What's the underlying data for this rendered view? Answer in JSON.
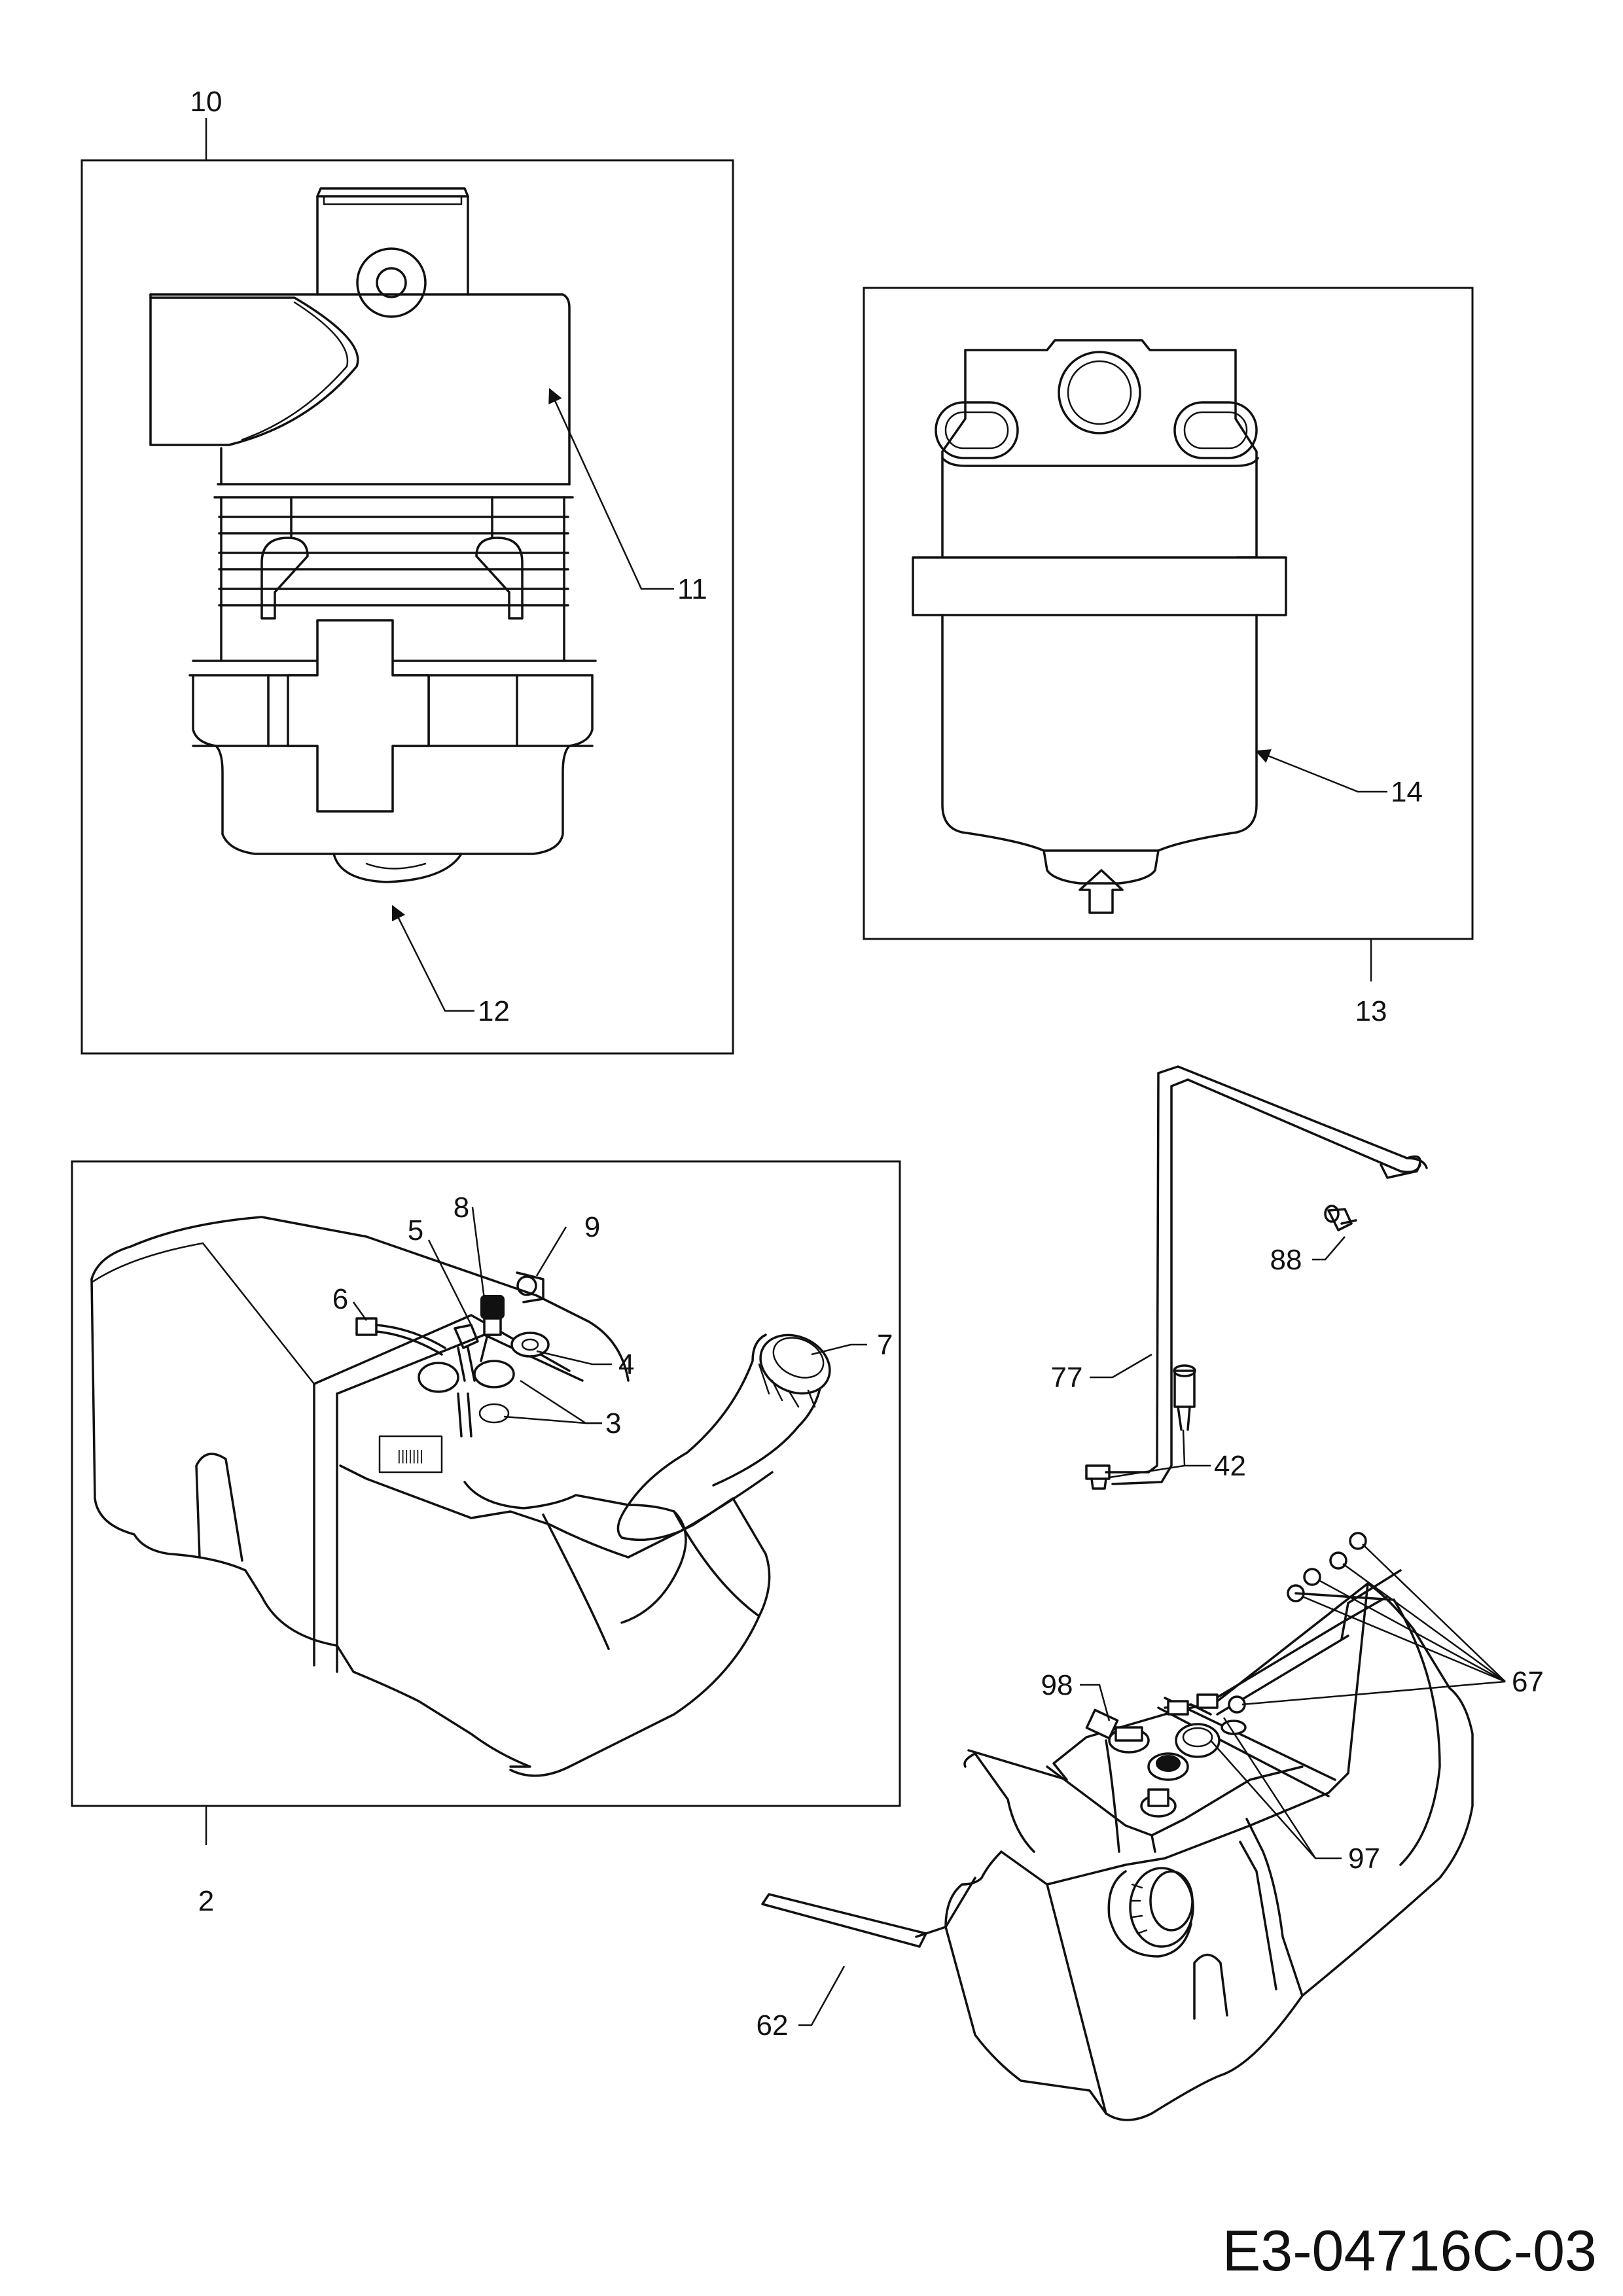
{
  "callouts": {
    "c10": "10",
    "c11": "11",
    "c12": "12",
    "c13": "13",
    "c14": "14",
    "c2": "2",
    "c3": "3",
    "c4": "4",
    "c5": "5",
    "c6": "6",
    "c7": "7",
    "c8": "8",
    "c9": "9",
    "c77": "77",
    "c88": "88",
    "c42": "42",
    "c67": "67",
    "c97": "97",
    "c98": "98",
    "c62": "62"
  },
  "drawing_code": "E3-04716C-03"
}
